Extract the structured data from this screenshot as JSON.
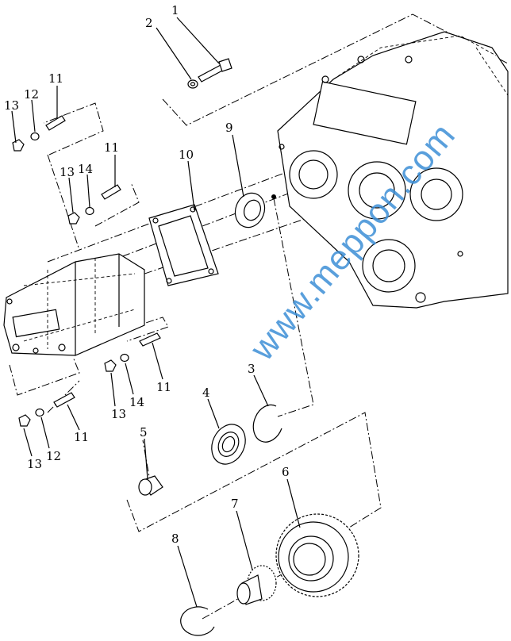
{
  "diagram": {
    "callouts": {
      "c1": "1",
      "c2": "2",
      "c3": "3",
      "c4": "4",
      "c5": "5",
      "c6": "6",
      "c7": "7",
      "c8": "8",
      "c9": "9",
      "c10": "10",
      "tl11": "11",
      "tl12": "12",
      "tl13": "13",
      "m11": "11",
      "m13": "13",
      "m14": "14",
      "lo11": "11",
      "lo13": "13",
      "lo14": "14",
      "b11": "11",
      "b12": "12",
      "b13": "13"
    },
    "watermark": "www.meppon.com"
  }
}
